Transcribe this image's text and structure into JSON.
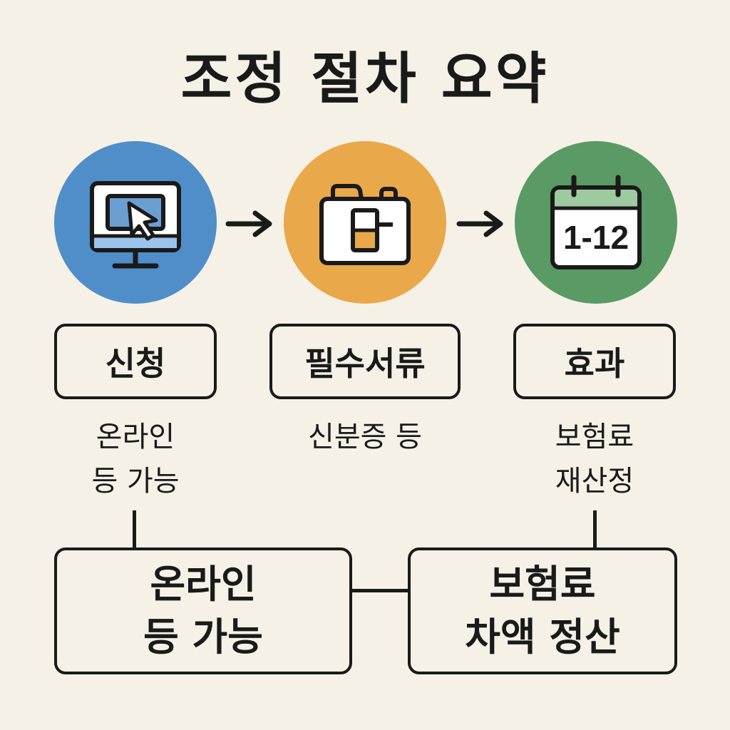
{
  "title": "조정 절차 요약",
  "steps": [
    {
      "icon": "computer-cursor-icon",
      "color": "#4f8ec9",
      "label": "신청",
      "caption": [
        "온라인",
        "등 가능"
      ]
    },
    {
      "icon": "document-folder-icon",
      "color": "#e9a94a",
      "label": "필수서류",
      "caption": [
        "신분증 등"
      ]
    },
    {
      "icon": "calendar-icon",
      "color": "#5a9a64",
      "calendar_text": "1-12",
      "label": "효과",
      "caption": [
        "보험료",
        "재산정"
      ]
    }
  ],
  "bottom_boxes": [
    {
      "lines": [
        "온라인",
        "등 가능"
      ]
    },
    {
      "lines": [
        "보험료",
        "차액 정산"
      ]
    }
  ]
}
